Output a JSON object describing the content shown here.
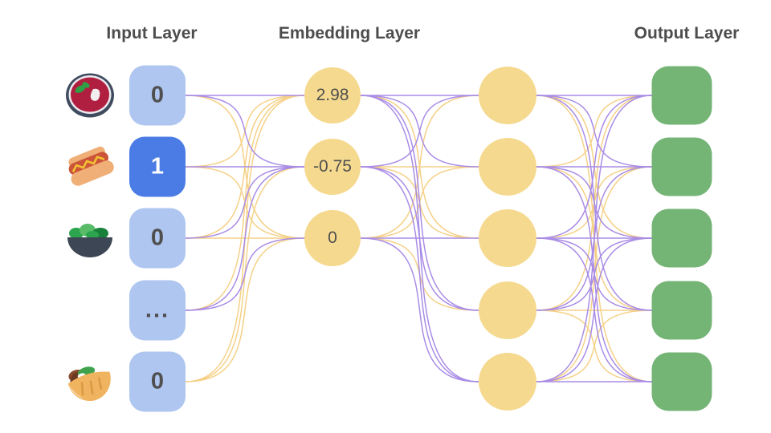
{
  "titles": {
    "input": "Input Layer",
    "embedding": "Embedding Layer",
    "output": "Output Layer"
  },
  "colors": {
    "title_text": "#4d4d4d",
    "value_text": "#4f4f4f",
    "input_inactive": "#aec6f0",
    "input_active": "#4b7ce5",
    "node_yellow": "#f5d98e",
    "output_green": "#74b475",
    "edge_purple": "#a98ce6",
    "edge_gold": "#f5d187"
  },
  "input_nodes": [
    {
      "icon": "borscht-bowl",
      "value": "0",
      "active": false
    },
    {
      "icon": "hot-dog",
      "value": "1",
      "active": true
    },
    {
      "icon": "green-salad",
      "value": "0",
      "active": false
    },
    {
      "icon": "",
      "value": "...",
      "active": false
    },
    {
      "icon": "stuffed-flatbread",
      "value": "0",
      "active": false
    }
  ],
  "embedding_nodes": [
    {
      "value": "2.98"
    },
    {
      "value": "-0.75"
    },
    {
      "value": "0"
    }
  ],
  "hidden_node_count": 5,
  "output_node_count": 5,
  "edges": {
    "input_to_embedding": [
      [
        "P",
        "P",
        "Y"
      ],
      [
        "Y",
        "P",
        "Y"
      ],
      [
        "Y",
        "P",
        "Y"
      ],
      [
        "Y",
        "P",
        "P"
      ],
      [
        "Y",
        "Y",
        "Y"
      ]
    ],
    "embedding_to_hidden": [
      [
        "P",
        "P",
        "Y",
        "P",
        "P"
      ],
      [
        "P",
        "Y",
        "Y",
        "P",
        "P"
      ],
      [
        "Y",
        "Y",
        "P",
        "Y",
        "P"
      ]
    ],
    "hidden_to_output": [
      [
        "P",
        "P",
        "Y",
        "P",
        "Y"
      ],
      [
        "Y",
        "P",
        "P",
        "Y",
        "P"
      ],
      [
        "P",
        "Y",
        "P",
        "P",
        "P"
      ],
      [
        "Y",
        "P",
        "P",
        "Y",
        "Y"
      ],
      [
        "P",
        "Y",
        "P",
        "Y",
        "P"
      ]
    ]
  }
}
